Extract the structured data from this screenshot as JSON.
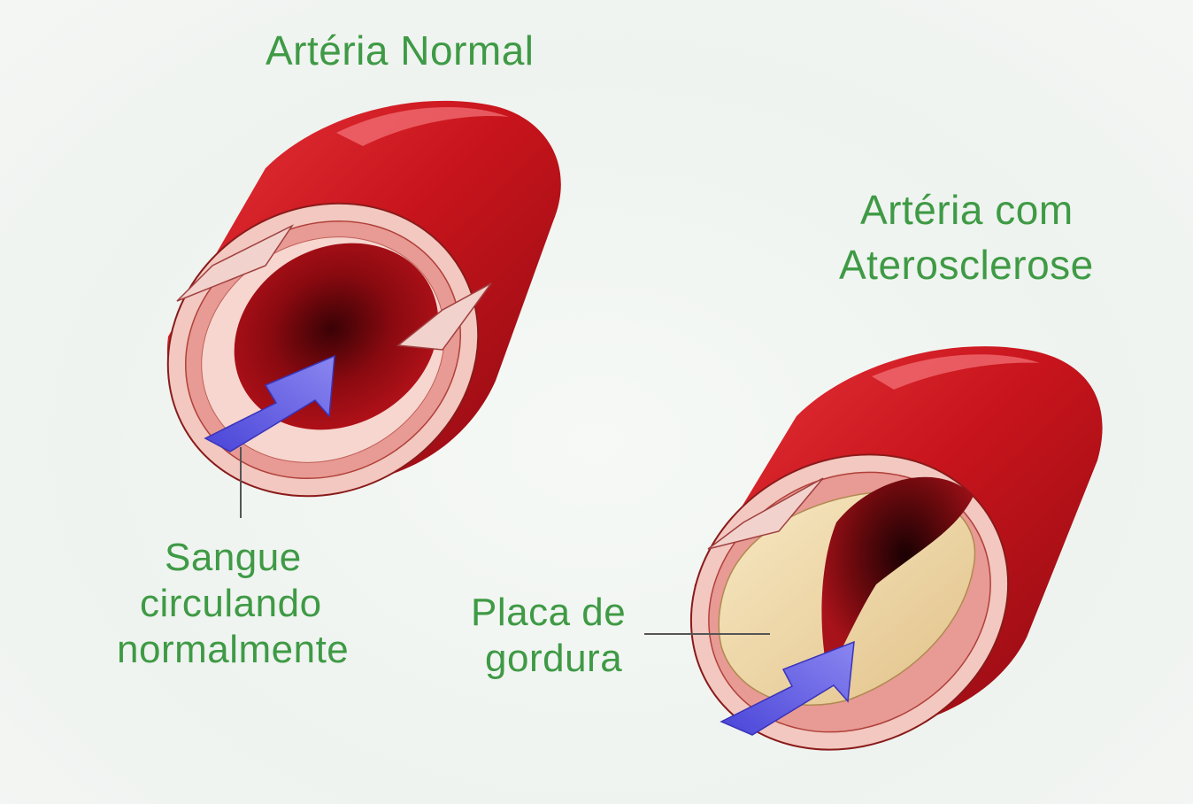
{
  "labels": {
    "normal_title": "Artéria Normal",
    "athero_title_line1": "Artéria com",
    "athero_title_line2": "Aterosclerose",
    "blood_line1": "Sangue",
    "blood_line2": "circulando",
    "blood_line3": "normalmente",
    "plaque_line1": "Placa de",
    "plaque_line2": "gordura"
  },
  "colors": {
    "label_green": "#3f9a45",
    "artery_red": "#c8141c",
    "artery_dark": "#7a0a10",
    "wall_pink": "#f2c8c0",
    "plaque_yellow": "#f1dcaa",
    "arrow_blue": "#5a55e0"
  }
}
